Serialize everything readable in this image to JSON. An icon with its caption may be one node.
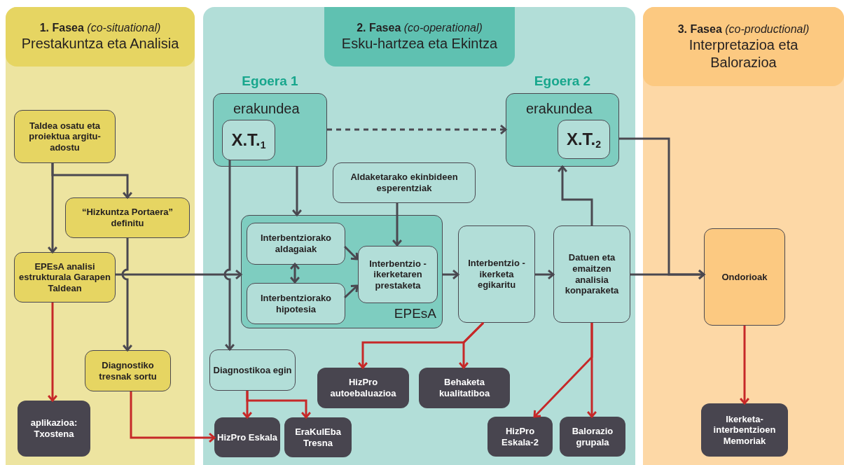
{
  "diagram": {
    "nodes": [
      {
        "text": [
          "**1. Fasea** *(co-situational)*",
          "Prestakuntza eta Analisia"
        ]
      },
      {
        "text": [
          "**2. Fasea** *(co-operational)*",
          "Esku-hartzea eta Ekintza"
        ]
      },
      {
        "text": [
          "**3. Fasea** *(co-productional)*",
          "Interpretazioa eta Balorazioa"
        ]
      },
      {
        "text": [
          "Taldea osatu eta proiektua argitu-adostu"
        ],
        "in": 0
      },
      {
        "text": [
          "“Hizkuntza Portaera” definitu"
        ],
        "in": 0
      },
      {
        "text": [
          "EPEsA analisi estrukturala Garapen Taldean"
        ],
        "in": 0
      },
      {
        "text": [
          "Diagnostiko tresnak sortu"
        ],
        "in": 0
      },
      {
        "text": [
          "aplikazioa: Txostena"
        ],
        "in": 0
      },
      {
        "text": [
          "erakundea"
        ],
        "beside": [
          "Egoera 1"
        ],
        "in": 1
      },
      {
        "text": [
          "X.T.$_{1}$"
        ],
        "in": 8
      },
      {
        "text": [
          "erakundea"
        ],
        "beside": [
          "Egoera 2"
        ],
        "in": 1
      },
      {
        "text": [
          "X.T.$_{2}$"
        ],
        "in": 10
      },
      {
        "text": [
          "Aldaketarako ekinbideen esperentziak"
        ],
        "in": 1
      },
      {
        "text": [
          "EPEsA"
        ],
        "in": 1
      },
      {
        "text": [
          "Interbentziorako aldagaiak"
        ],
        "in": 13
      },
      {
        "text": [
          "Interbentziorako hipotesia"
        ],
        "in": 13
      },
      {
        "text": [
          "Interbentzio -ikerketaren prestaketa"
        ],
        "in": 13
      },
      {
        "text": [
          "Interbentzio -ikerketa egikaritu"
        ],
        "in": 1
      },
      {
        "text": [
          "Datuen eta emaitzen analisia konparaketa"
        ],
        "in": 1
      },
      {
        "text": [
          "Diagnostikoa egin"
        ],
        "in": 1
      },
      {
        "text": [
          "HizPro autoebaluazioa"
        ],
        "in": 1
      },
      {
        "text": [
          "Behaketa kualitatiboa"
        ],
        "in": 1
      },
      {
        "text": [
          "HizPro Eskala"
        ],
        "in": 1
      },
      {
        "text": [
          "EraKulEba Tresna"
        ],
        "in": 1
      },
      {
        "text": [
          "HizPro Eskala-2"
        ],
        "in": 1
      },
      {
        "text": [
          "Balorazio grupala"
        ],
        "in": 1
      },
      {
        "text": [
          "Ondorioak"
        ],
        "in": 2
      },
      {
        "text": [
          "Ikerketa-interbentzioen Memoriak"
        ],
        "in": 2
      }
    ],
    "edges": [
      {
        "from": 3,
        "to": 4,
        "arrow": "to"
      },
      {
        "from": 3,
        "to": 5,
        "arrow": "to"
      },
      {
        "from": 4,
        "to": 6,
        "arrow": "to"
      },
      {
        "from": 5,
        "to": 13,
        "arrow": "to"
      },
      {
        "from": 9,
        "to": 19,
        "arrow": "to"
      },
      {
        "from": 8,
        "to": 13,
        "arrow": "to"
      },
      {
        "from": 8,
        "to": 10,
        "arrow": "to",
        "style": "dashed"
      },
      {
        "from": 12,
        "to": 16,
        "arrow": "to"
      },
      {
        "from": 14,
        "to": 16,
        "arrow": "to"
      },
      {
        "from": 15,
        "to": 16,
        "arrow": "to"
      },
      {
        "from": 14,
        "to": 15,
        "arrow": "both"
      },
      {
        "from": 13,
        "to": 17,
        "arrow": "to"
      },
      {
        "from": 17,
        "to": 18,
        "arrow": "to"
      },
      {
        "from": 18,
        "to": 10,
        "arrow": "to"
      },
      {
        "from": 10,
        "to": 26,
        "arrow": "to"
      },
      {
        "from": 18,
        "to": 26,
        "arrow": "to"
      },
      {
        "from": 5,
        "to": 7,
        "arrow": "to",
        "color": "#c62828"
      },
      {
        "from": 6,
        "to": 22,
        "arrow": "to",
        "color": "#c62828"
      },
      {
        "from": 19,
        "to": 22,
        "arrow": "to",
        "color": "#c62828"
      },
      {
        "from": 19,
        "to": 23,
        "arrow": "to",
        "color": "#c62828"
      },
      {
        "from": 17,
        "to": 20,
        "arrow": "to",
        "color": "#c62828"
      },
      {
        "from": 17,
        "to": 21,
        "arrow": "to",
        "color": "#c62828"
      },
      {
        "from": 18,
        "to": 24,
        "arrow": "to",
        "color": "#c62828"
      },
      {
        "from": 18,
        "to": 25,
        "arrow": "to",
        "color": "#c62828"
      },
      {
        "from": 26,
        "to": 27,
        "arrow": "to",
        "color": "#c62828"
      }
    ]
  }
}
